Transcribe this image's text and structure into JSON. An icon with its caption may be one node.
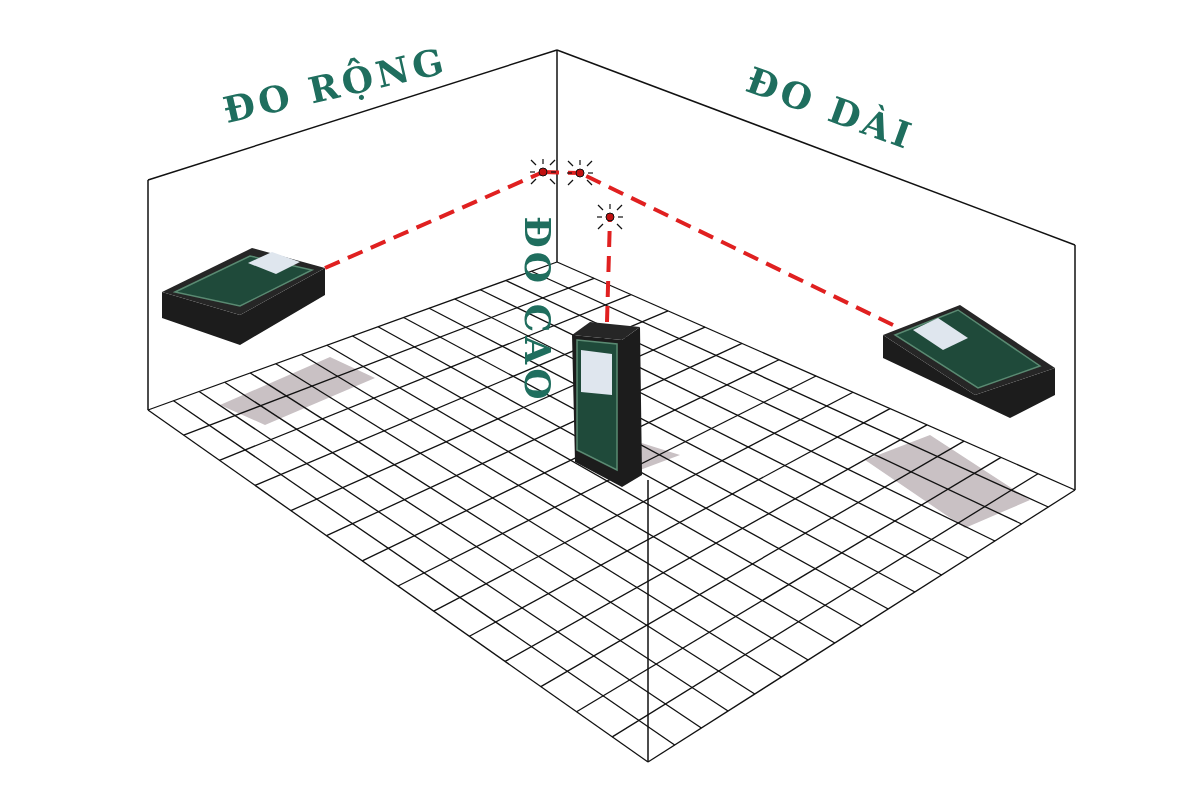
{
  "diagram": {
    "labels": [
      "ĐO RỘNG",
      "ĐO DÀI",
      "ĐO CAO"
    ]
  }
}
